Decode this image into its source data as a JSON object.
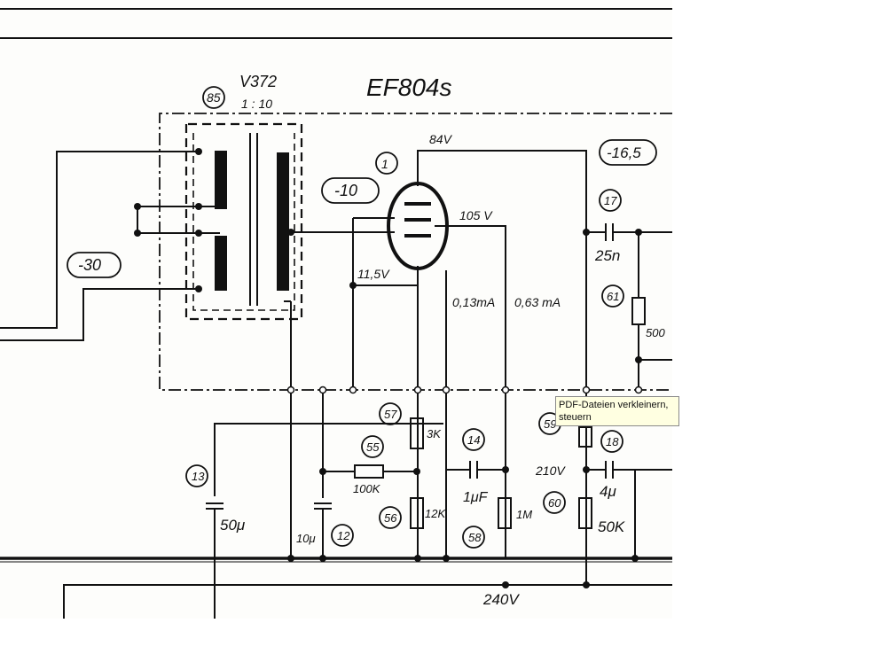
{
  "schematic": {
    "tube_type": "EF804s",
    "tube_number": "1",
    "transformer_type": "V372",
    "transformer_ratio": "1 : 10",
    "transformer_number": "85",
    "grid_bias_box": "-10",
    "input_box": "-30",
    "output_box": "-16,5",
    "anode_voltage": "84V",
    "screen_voltage": "105 V",
    "cathode_voltage": "11,5V",
    "anode_current": "0,13mA",
    "screen_current": "0,63 mA",
    "supply_210": "210V",
    "supply_240": "240V",
    "components": [
      {
        "num": "13",
        "value": "50μ"
      },
      {
        "num": "12",
        "value": "10μ"
      },
      {
        "num": "55",
        "value": "100K"
      },
      {
        "num": "57",
        "value": "3K"
      },
      {
        "num": "56",
        "value": "12K"
      },
      {
        "num": "14",
        "value": "1μF"
      },
      {
        "num": "58",
        "value": "1M"
      },
      {
        "num": "17",
        "value": "25n"
      },
      {
        "num": "61",
        "value": "500"
      },
      {
        "num": "59",
        "value": ""
      },
      {
        "num": "18",
        "value": "4μ"
      },
      {
        "num": "60",
        "value": "50K"
      }
    ]
  },
  "tooltip": {
    "line1": "PDF-Dateien verkleinern,",
    "line2": "steuern"
  }
}
